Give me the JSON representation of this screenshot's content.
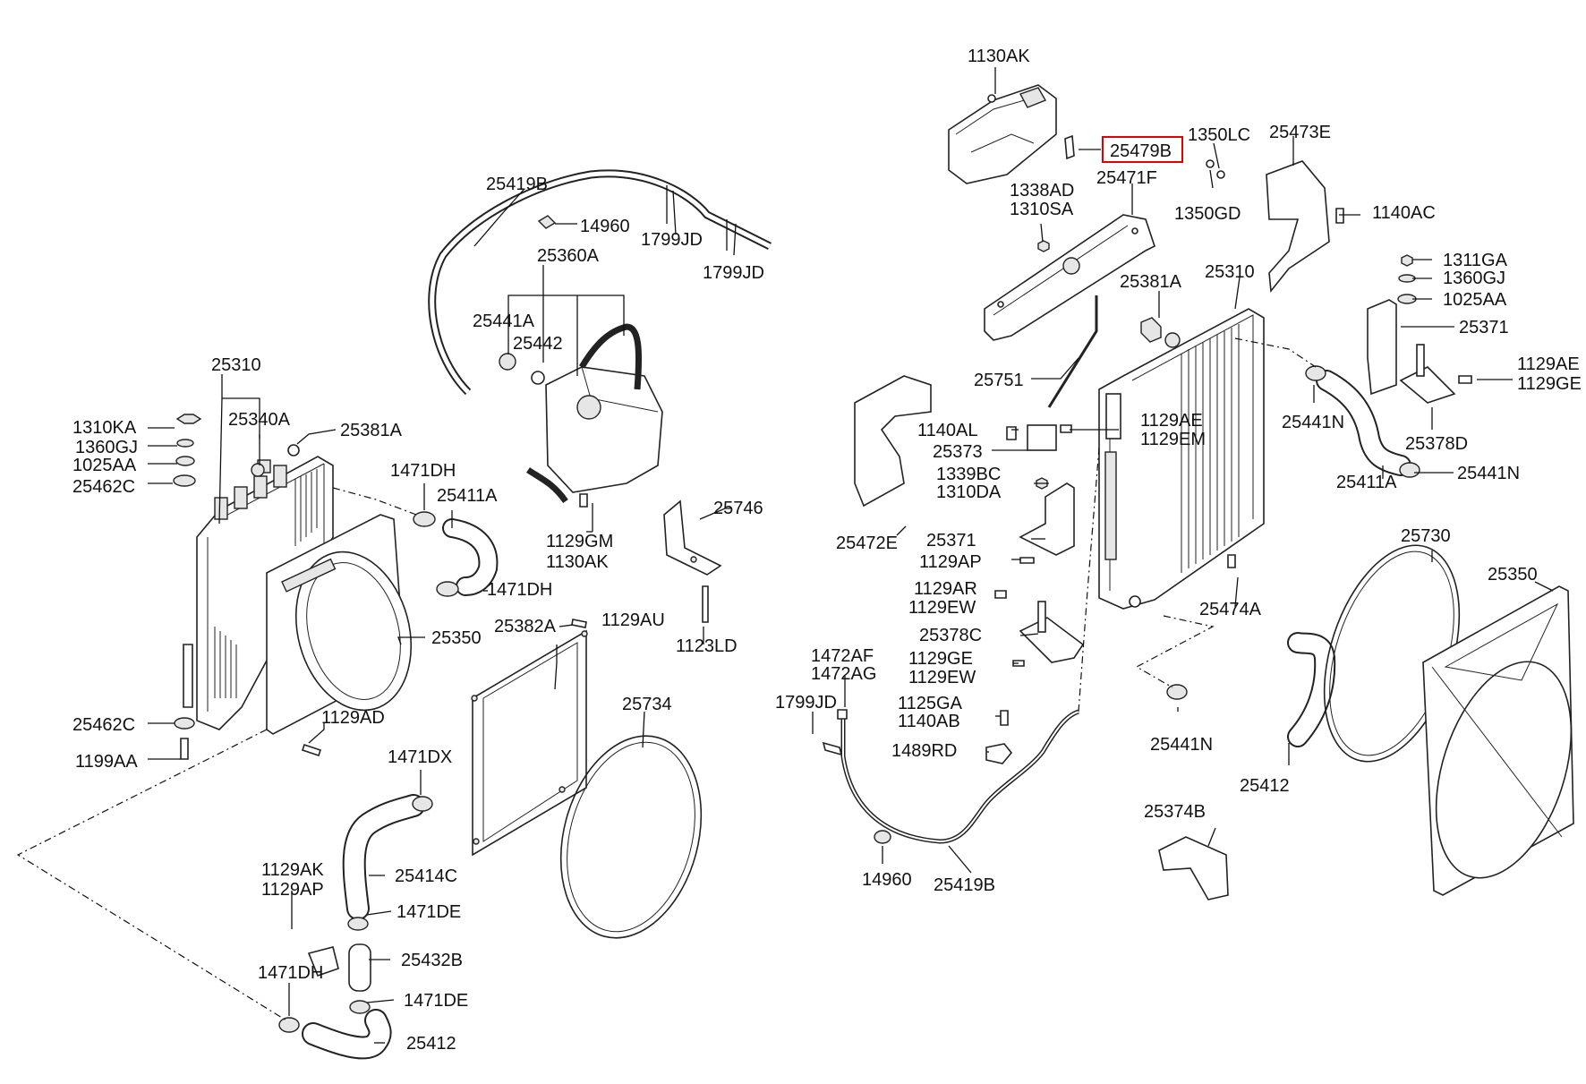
{
  "highlight_color": "#e00000",
  "labels": {
    "l_25419B_a": "25419B",
    "l_14960_a": "14960",
    "l_1799JD_a": "1799JD",
    "l_1799JD_b": "1799JD",
    "l_25360A": "25360A",
    "l_25441A": "25441A",
    "l_25442": "25442",
    "l_25310_a": "25310",
    "l_1310KA": "1310KA",
    "l_25340A": "25340A",
    "l_25381A_a": "25381A",
    "l_1360GJ_a": "1360GJ",
    "l_1025AA_a": "1025AA",
    "l_25462C_a": "25462C",
    "l_1471DH_a": "1471DH",
    "l_25411A_a": "25411A",
    "l_1471DH_b": "1471DH",
    "l_1129GM": "1129GM",
    "l_1130AK_a": "1130AK",
    "l_25746": "25746",
    "l_25350_a": "25350",
    "l_25382A": "25382A",
    "l_1129AU": "1129AU",
    "l_1123LD": "1123LD",
    "l_25734": "25734",
    "l_25462C_b": "25462C",
    "l_1129AD": "1129AD",
    "l_1199AA": "1199AA",
    "l_1471DX": "1471DX",
    "l_25414C": "25414C",
    "l_1129AK": "1129AK",
    "l_1129AP_a": "1129AP",
    "l_1471DE_a": "1471DE",
    "l_25432B": "25432B",
    "l_1471DH_c": "1471DH",
    "l_1471DE_b": "1471DE",
    "l_25412_a": "25412",
    "l_1130AK_b": "1130AK",
    "l_25479B": "25479B",
    "l_1350LC": "1350LC",
    "l_25473E": "25473E",
    "l_1338AD": "1338AD",
    "l_1310SA": "1310SA",
    "l_25471F": "25471F",
    "l_1350GD": "1350GD",
    "l_1140AC": "1140AC",
    "l_1311GA": "1311GA",
    "l_1360GJ_b": "1360GJ",
    "l_1025AA_b": "1025AA",
    "l_25381A_b": "25381A",
    "l_25310_b": "25310",
    "l_25371_a": "25371",
    "l_1129AE_a": "1129AE",
    "l_1129GE_a": "1129GE",
    "l_25751": "25751",
    "l_25441N_a": "25441N",
    "l_1140AL": "1140AL",
    "l_1129AE_b": "1129AE",
    "l_1129EM": "1129EM",
    "l_25373": "25373",
    "l_25378D": "25378D",
    "l_1339BC": "1339BC",
    "l_1310DA": "1310DA",
    "l_25441N_b": "25441N",
    "l_25411A_b": "25411A",
    "l_25472E": "25472E",
    "l_25371_b": "25371",
    "l_1129AP_b": "1129AP",
    "l_25730": "25730",
    "l_25350_b": "25350",
    "l_1129AR": "1129AR",
    "l_1129EW_a": "1129EW",
    "l_25474A": "25474A",
    "l_25378C": "25378C",
    "l_1472AF": "1472AF",
    "l_1472AG": "1472AG",
    "l_1129GE_b": "1129GE",
    "l_1129EW_b": "1129EW",
    "l_1799JD_c": "1799JD",
    "l_1125GA": "1125GA",
    "l_1140AB": "1140AB",
    "l_25441N_c": "25441N",
    "l_1489RD": "1489RD",
    "l_25412_b": "25412",
    "l_25374B": "25374B",
    "l_14960_b": "14960",
    "l_25419B_b": "25419B"
  }
}
